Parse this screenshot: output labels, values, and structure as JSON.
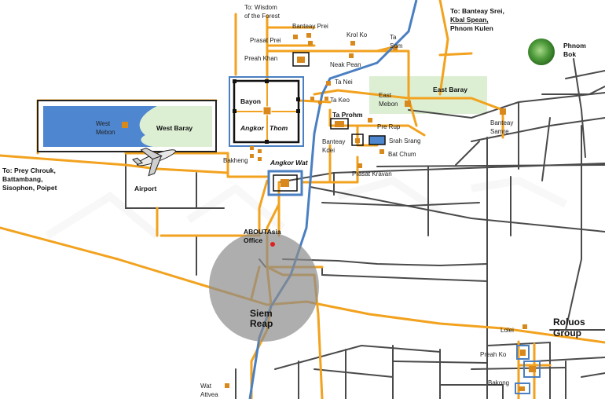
{
  "colors": {
    "road_black": "#4a4a4a",
    "road_orange": "#f2a21e",
    "river_blue": "#4a7fc1",
    "baray_green": "#dcefd3",
    "baray_water": "#4e86cf",
    "temple_box": "#d9891b",
    "city_circle": "#8c8c8c",
    "office_dot": "#e02020"
  },
  "labels": {
    "wisdom_forest": [
      "To: Wisdom",
      "of the Forest"
    ],
    "banteay_srei_dir": [
      "To: Banteay Srei,",
      "Kbal Spean,",
      "Phnom Kulen"
    ],
    "banteay_prei": "Banteay Prei",
    "krol_ko": "Krol Ko",
    "ta_som": [
      "Ta",
      "Som"
    ],
    "prasat_prei": "Prasat Prei",
    "preah_khan": "Preah Khan",
    "neak_pean": "Neak Pean",
    "phnom_bok": [
      "Phnom",
      "Bok"
    ],
    "ta_nei": "Ta Nei",
    "east_mebon": [
      "East",
      "Mebon"
    ],
    "east_baray": "East Baray",
    "bayon": "Bayon",
    "ta_keo": "Ta Keo",
    "angkor_thom": [
      "Angkor",
      "Thom"
    ],
    "ta_prohm": "Ta Prohm",
    "pre_rup": "Pre Rup",
    "banteay_samre": [
      "Banteay",
      "Samre"
    ],
    "west_mebon": [
      "West",
      "Mebon"
    ],
    "west_baray": "West Baray",
    "banteay_kdei": [
      "Banteay",
      "Kdei"
    ],
    "srah_srang": "Srah Srang",
    "bat_chum": "Bat Chum",
    "bakheng": "Bakheng",
    "angkor_wat": "Angkor Wat",
    "prasat_kravan": "Prasat Kravan",
    "prey_chrouk_dir": [
      "To: Prey Chrouk,",
      "Battambang,",
      "Sisophon, Poipet"
    ],
    "airport": "Airport",
    "aboutasia_office": [
      "ABOUTAsia",
      "Office"
    ],
    "siem_reap": [
      "Siem",
      "Reap"
    ],
    "roluos_group": [
      "Roluos",
      "Group"
    ],
    "lolei": "Lolei",
    "preah_ko": "Preah Ko",
    "bakong": "Bakong",
    "wat_attvea": [
      "Wat",
      "Attvea"
    ]
  }
}
